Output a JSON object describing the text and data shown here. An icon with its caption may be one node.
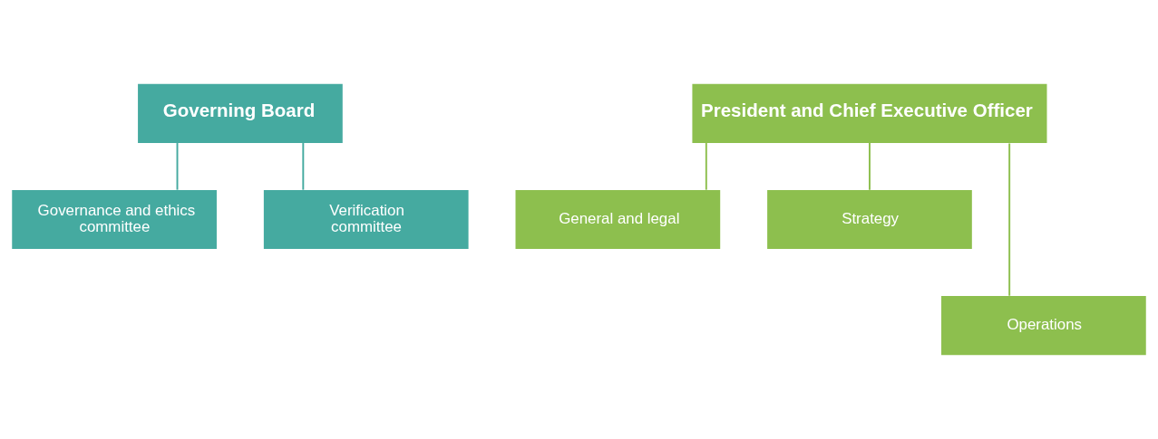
{
  "diagram": {
    "nodes": [
      {
        "text": [
          "Governing Board"
        ]
      },
      {
        "text": [
          "Governance and ethics committee"
        ]
      },
      {
        "text": [
          "Verification committee"
        ]
      },
      {
        "text": [
          "President and Chief Executive Officer"
        ]
      },
      {
        "text": [
          "General and legal"
        ]
      },
      {
        "text": [
          "Strategy"
        ]
      },
      {
        "text": [
          "Operations"
        ]
      }
    ],
    "edges": [
      {
        "from": 0,
        "to": 1,
        "arrow": "none"
      },
      {
        "from": 0,
        "to": 2,
        "arrow": "none"
      },
      {
        "from": 3,
        "to": 4,
        "arrow": "none"
      },
      {
        "from": 3,
        "to": 5,
        "arrow": "none"
      },
      {
        "from": 3,
        "to": 6,
        "arrow": "none"
      }
    ]
  }
}
